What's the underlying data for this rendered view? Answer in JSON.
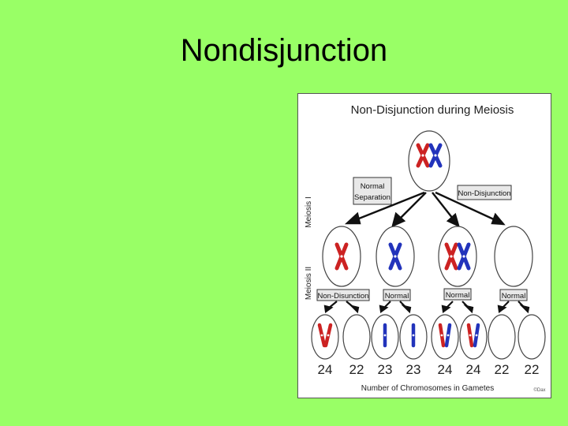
{
  "slide": {
    "title": "Nondisjunction"
  },
  "figure": {
    "title": "Non-Disjunction during Meiosis",
    "stage_labels": {
      "meiosis1": "Meiosis I",
      "meiosis2": "Meiosis II"
    },
    "meiosis1_labels": {
      "left": "Normal\nSeparation",
      "right": "Non-Disjunction"
    },
    "meiosis2_labels": [
      "Non-Disunction",
      "Normal",
      "Normal",
      "Normal"
    ],
    "gamete_counts": [
      "24",
      "22",
      "23",
      "23",
      "24",
      "24",
      "22",
      "22"
    ],
    "caption": "Number of Chromosomes in Gametes",
    "credit": "©Dax",
    "colors": {
      "maternal": "#CC2222",
      "paternal": "#2233BB",
      "arrow": "#111111",
      "label_box": "#E8E8E8"
    }
  }
}
